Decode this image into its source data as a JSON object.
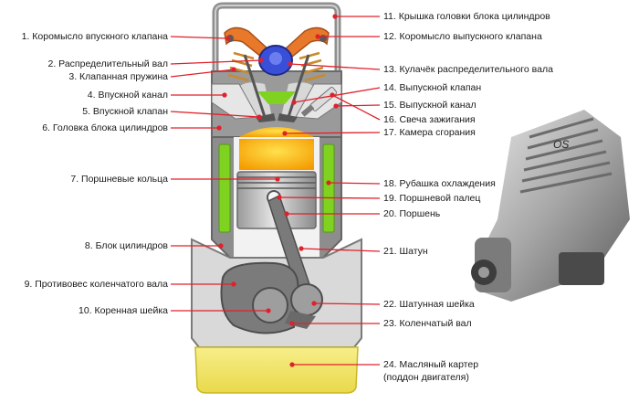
{
  "diagram": {
    "colors": {
      "leader": "#e0202a",
      "coolant": "#7fd320",
      "metal": "#8c8c8c",
      "metal_dark": "#5e5e5e",
      "metal_light": "#c9c9c9",
      "rocker": "#e8782a",
      "cam": "#3a4fd8",
      "chamber": "#ffb300",
      "oil": "#f3e86a"
    },
    "labels_left": [
      {
        "id": "l1",
        "text": "1. Коромысло впускного клапана"
      },
      {
        "id": "l2",
        "text": "2. Распределительный вал"
      },
      {
        "id": "l3",
        "text": "3. Клапанная пружина"
      },
      {
        "id": "l4",
        "text": "4. Впускной канал"
      },
      {
        "id": "l5",
        "text": "5. Впускной клапан"
      },
      {
        "id": "l6",
        "text": "6. Головка блока цилиндров"
      },
      {
        "id": "l7",
        "text": "7. Поршневые кольца"
      },
      {
        "id": "l8",
        "text": "8. Блок цилиндров"
      },
      {
        "id": "l9",
        "text": "9. Противовес коленчатого вала"
      },
      {
        "id": "l10",
        "text": "10. Коренная шейка"
      }
    ],
    "labels_right": [
      {
        "id": "l11",
        "text": "11. Крышка головки блока цилиндров"
      },
      {
        "id": "l12",
        "text": "12. Коромысло выпускного клапана"
      },
      {
        "id": "l13",
        "text": "13. Кулачёк распределительного вала"
      },
      {
        "id": "l14",
        "text": "14. Выпускной клапан"
      },
      {
        "id": "l15",
        "text": "15. Выпускной канал"
      },
      {
        "id": "l16",
        "text": "16. Свеча зажигания"
      },
      {
        "id": "l17",
        "text": "17. Камера сгорания"
      },
      {
        "id": "l18",
        "text": "18. Рубашка охлаждения"
      },
      {
        "id": "l19",
        "text": "19. Поршневой палец"
      },
      {
        "id": "l20",
        "text": "20. Поршень"
      },
      {
        "id": "l21",
        "text": "21. Шатун"
      },
      {
        "id": "l22",
        "text": "22. Шатунная шейка"
      },
      {
        "id": "l23",
        "text": "23. Коленчатый вал"
      },
      {
        "id": "l24a",
        "text": "24. Масляный картер"
      },
      {
        "id": "l24b",
        "text": "(поддон двигателя)"
      }
    ],
    "photo_engine_badge": "OS"
  }
}
